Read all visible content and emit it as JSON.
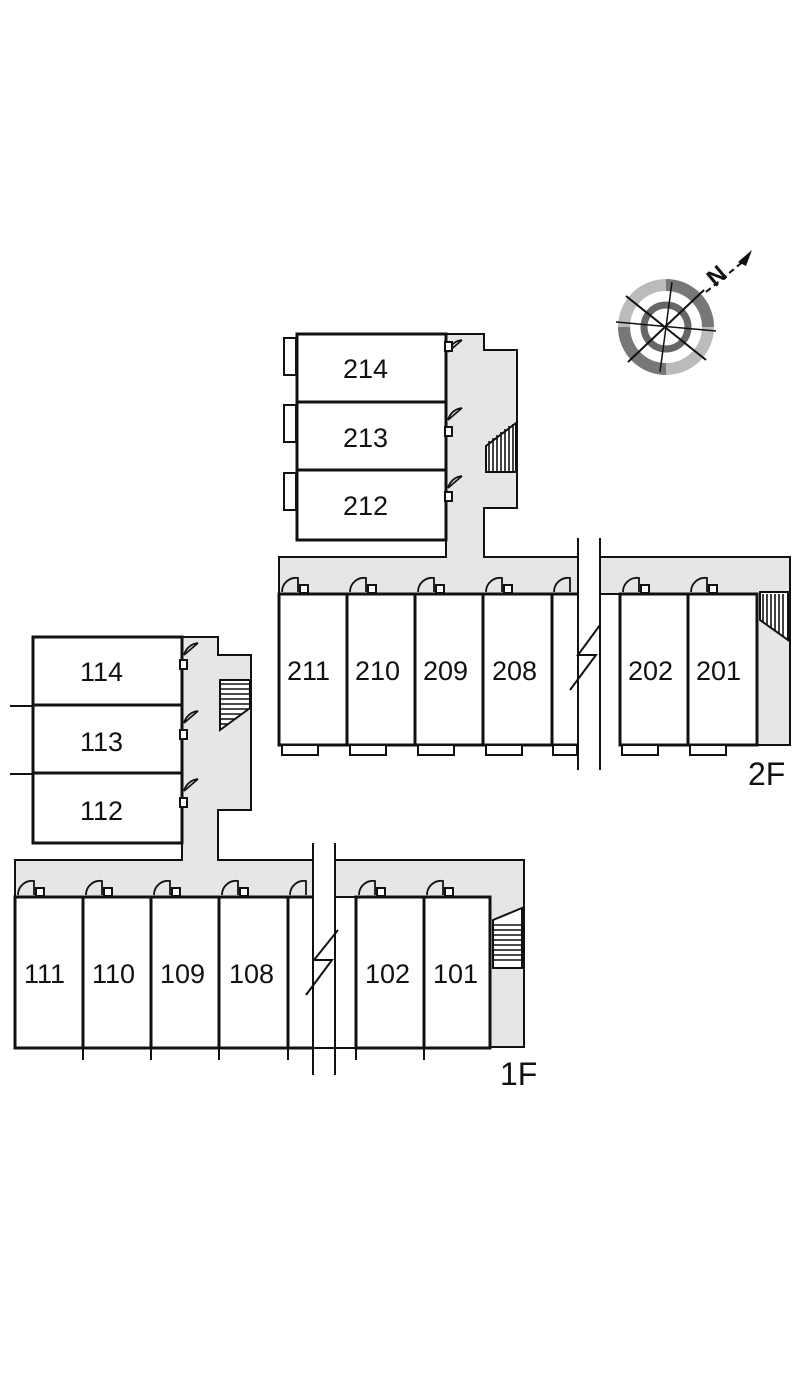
{
  "floors": {
    "second": {
      "label": "2F",
      "wing_units": [
        "214",
        "213",
        "212"
      ],
      "row_units": [
        "211",
        "210",
        "209",
        "208",
        "202",
        "201"
      ]
    },
    "first": {
      "label": "1F",
      "wing_units": [
        "114",
        "113",
        "112"
      ],
      "row_units": [
        "111",
        "110",
        "109",
        "108",
        "102",
        "101"
      ]
    }
  },
  "compass": {
    "label": "N",
    "icon": "compass-north-arrow-icon"
  },
  "colors": {
    "corridor": "#e6e6e6",
    "wall": "#111111",
    "background": "#ffffff"
  }
}
